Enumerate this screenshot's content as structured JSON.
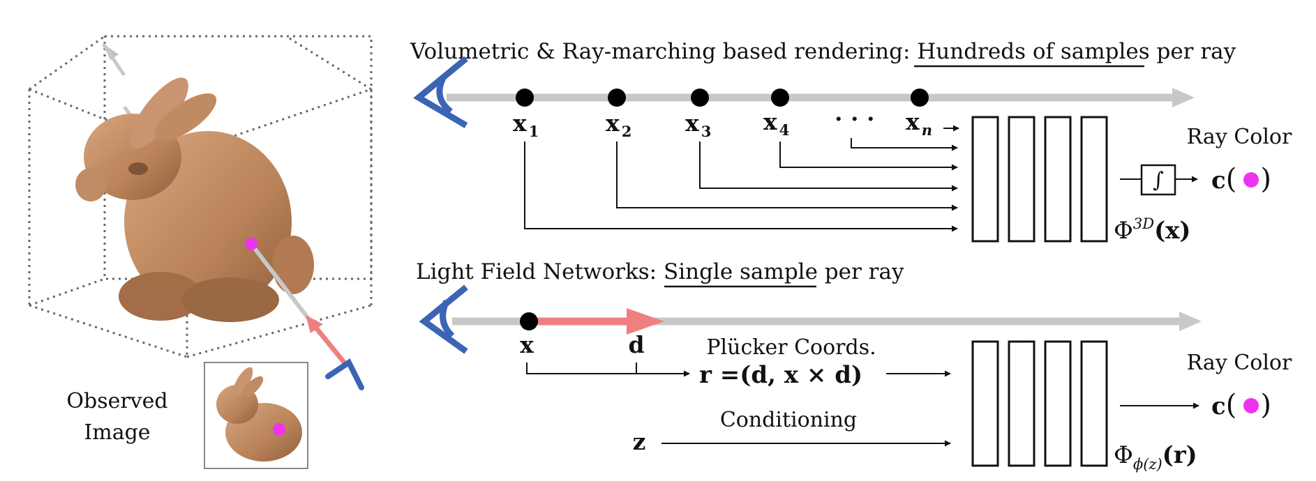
{
  "left": {
    "observed_line1": "Observed",
    "observed_line2": "Image"
  },
  "top": {
    "title_prefix": "Volumetric & Ray-marching based rendering: ",
    "title_underlined": "Hundreds of samples",
    "title_suffix": " per ray",
    "samples": [
      {
        "base": "x",
        "sub": "1"
      },
      {
        "base": "x",
        "sub": "2"
      },
      {
        "base": "x",
        "sub": "3"
      },
      {
        "base": "x",
        "sub": "4"
      },
      {
        "base": "x",
        "sub": "n"
      }
    ],
    "ellipsis": "· · ·",
    "ray_color": "Ray Color",
    "integral_symbol": "∫",
    "color_fn": "c",
    "network_fn": "Φ",
    "network_sup": "3D",
    "network_arg": "(x)"
  },
  "bottom": {
    "title_prefix": "Light Field Networks: ",
    "title_underlined": "Single sample",
    "title_suffix": " per ray",
    "x_label": "x",
    "d_label": "d",
    "plucker_label": "Plücker Coords.",
    "plucker_eq": "r =(d, x × d)",
    "conditioning": "Conditioning",
    "z_label": "z",
    "ray_color": "Ray Color",
    "color_fn": "c",
    "network_fn": "Φ",
    "network_sub": "ϕ(z)",
    "network_arg": "(r)"
  },
  "colors": {
    "eye": "#3b64b4",
    "ray": "#c8c8c8",
    "dir": "#ee8080",
    "pixel": "#ee33ee",
    "ink": "#111111",
    "bunny": "#c48e66"
  }
}
